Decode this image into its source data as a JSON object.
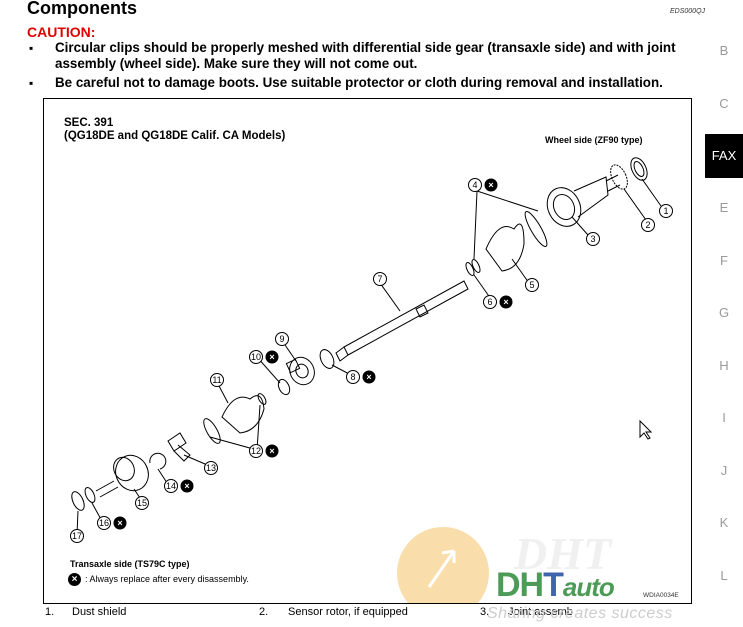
{
  "header": {
    "title": "Components",
    "doc_id": "EDS000QJ"
  },
  "caution": {
    "label": "CAUTION:",
    "items": [
      "Circular clips should be properly meshed with differential side gear (transaxle side) and with joint assembly (wheel side). Make sure they will not come out.",
      "Be careful not to damage boots. Use suitable protector or cloth during removal and installation."
    ]
  },
  "sidebar": {
    "items": [
      {
        "label": "B",
        "active": false
      },
      {
        "label": "C",
        "active": false
      },
      {
        "label": "FAX",
        "active": true
      },
      {
        "label": "E",
        "active": false
      },
      {
        "label": "F",
        "active": false
      },
      {
        "label": "G",
        "active": false
      },
      {
        "label": "H",
        "active": false
      },
      {
        "label": "I",
        "active": false
      },
      {
        "label": "J",
        "active": false
      },
      {
        "label": "K",
        "active": false
      },
      {
        "label": "L",
        "active": false
      }
    ]
  },
  "figure": {
    "sec_line1": "SEC. 391",
    "sec_line2": "(QG18DE and QG18DE Calif. CA Models)",
    "wheel_side": "Wheel side (ZF90 type)",
    "transaxle_side": "Transaxle side (TS79C type)",
    "legend_text": ": Always replace after every disassembly.",
    "figure_id": "WDIA0034E",
    "callouts": [
      "1",
      "2",
      "3",
      "4",
      "5",
      "6",
      "7",
      "8",
      "9",
      "10",
      "11",
      "12",
      "13",
      "14",
      "15",
      "16",
      "17"
    ]
  },
  "parts_list": [
    {
      "num": "1.",
      "name": "Dust shield"
    },
    {
      "num": "2.",
      "name": "Sensor rotor, if equipped"
    },
    {
      "num": "3.",
      "name": "Joint assemb"
    }
  ],
  "watermark": {
    "brand": "DHTauto",
    "tagline": "Sharing creates success"
  },
  "colors": {
    "caution": "#e00000",
    "nav_active_bg": "#000000",
    "nav_text": "#9a9a9a",
    "watermark_orange": "#f2a93b",
    "watermark_green": "#2d8a3a",
    "watermark_blue": "#1f4aa0"
  }
}
